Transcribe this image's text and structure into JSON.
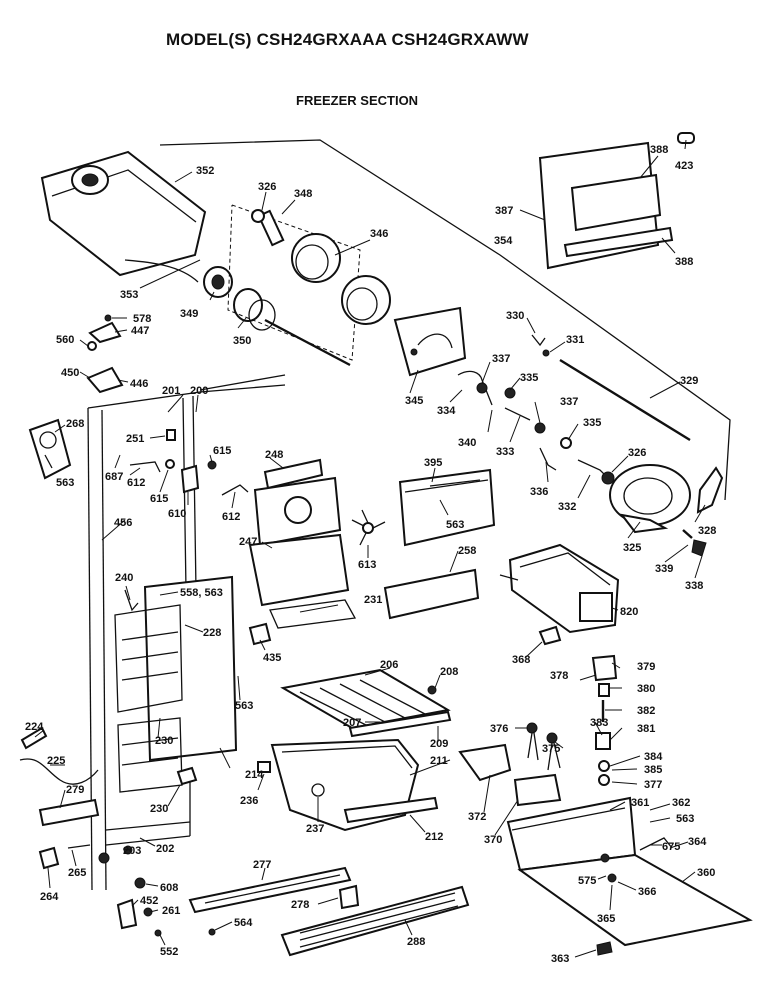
{
  "header": {
    "model_line": "MODEL(S) CSH24GRXAAA  CSH24GRXAWW",
    "section_title": "FREEZER SECTION"
  },
  "labels": {
    "p352": "352",
    "p326a": "326",
    "p348": "348",
    "p346": "346",
    "p388a": "388",
    "p423": "423",
    "p387": "387",
    "p354": "354",
    "p388b": "388",
    "p353": "353",
    "p349": "349",
    "p578": "578",
    "p447": "447",
    "p560": "560",
    "p350": "350",
    "p330": "330",
    "p331": "331",
    "p337a": "337",
    "p345": "345",
    "p335a": "335",
    "p329": "329",
    "p450": "450",
    "p446": "446",
    "p201": "201",
    "p200": "200",
    "p334": "334",
    "p337b": "337",
    "p268": "268",
    "p340": "340",
    "p335b": "335",
    "p333": "333",
    "p251": "251",
    "p615a": "615",
    "p248": "248",
    "p326b": "326",
    "p687": "687",
    "p612a": "612",
    "p395": "395",
    "p336": "336",
    "p332": "332",
    "p563a": "563",
    "p615b": "615",
    "p610": "610",
    "p612b": "612",
    "p328": "328",
    "p456": "456",
    "p563b": "563",
    "p325": "325",
    "p247": "247",
    "p613": "613",
    "p258": "258",
    "p339": "339",
    "p240": "240",
    "p338": "338",
    "p558": "558, 563",
    "p231": "231",
    "p820": "820",
    "p228": "228",
    "p435": "435",
    "p368": "368",
    "p206": "206",
    "p208": "208",
    "p378": "378",
    "p379": "379",
    "p563c": "563",
    "p380": "380",
    "p224": "224",
    "p230a": "230",
    "p207": "207",
    "p209": "209",
    "p382": "382",
    "p376": "376",
    "p383": "383",
    "p381": "381",
    "p225": "225",
    "p375": "375",
    "p384": "384",
    "p211": "211",
    "p214": "214",
    "p385": "385",
    "p377": "377",
    "p279": "279",
    "p236": "236",
    "p230b": "230",
    "p372": "372",
    "p361": "361",
    "p362": "362",
    "p563d": "563",
    "p237": "237",
    "p212": "212",
    "p370": "370",
    "p364": "364",
    "p203": "203",
    "p202": "202",
    "p675": "675",
    "p265": "265",
    "p277": "277",
    "p360": "360",
    "p264": "264",
    "p608": "608",
    "p575": "575",
    "p366": "366",
    "p452": "452",
    "p261": "261",
    "p278": "278",
    "p365": "365",
    "p564": "564",
    "p288": "288",
    "p552": "552",
    "p363": "363"
  }
}
